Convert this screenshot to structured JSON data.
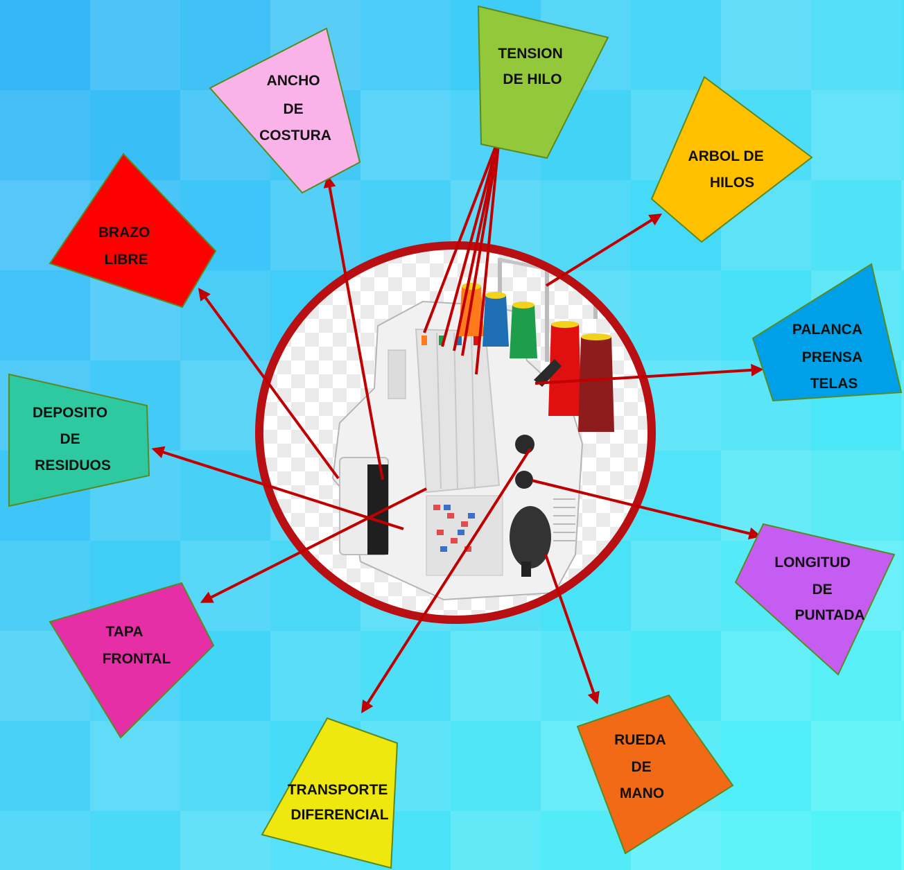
{
  "colors": {
    "arrow": "#c00000",
    "ring": "#b80f12",
    "edge": "#5a8a1e"
  },
  "machine": {
    "icon": "serger-sewing-machine-illustration",
    "thread_colors": [
      "#ff7a1a",
      "#1f6fb5",
      "#1e9e4a",
      "#e01010",
      "#8e1c1c"
    ]
  },
  "labels": [
    {
      "id": "ancho-de-costura",
      "lines": [
        "ANCHO",
        "DE",
        "COSTURA"
      ],
      "color": "#f9b3e8"
    },
    {
      "id": "tension-de-hilo",
      "lines": [
        "TENSION",
        "DE HILO"
      ],
      "color": "#93c83a"
    },
    {
      "id": "arbol-de-hilos",
      "lines": [
        "ARBOL DE",
        "HILOS"
      ],
      "color": "#ffc000"
    },
    {
      "id": "brazo-libre",
      "lines": [
        "BRAZO",
        "LIBRE"
      ],
      "color": "#ff0000"
    },
    {
      "id": "palanca-prensa-telas",
      "lines": [
        "PALANCA",
        "PRENSA",
        "TELAS"
      ],
      "color": "#00a0e8"
    },
    {
      "id": "deposito-de-residuos",
      "lines": [
        "DEPOSITO",
        "DE",
        "RESIDUOS"
      ],
      "color": "#2ec9a0"
    },
    {
      "id": "longitud-de-puntada",
      "lines": [
        "LONGITUD",
        "DE",
        "PUNTADA"
      ],
      "color": "#c55df3"
    },
    {
      "id": "tapa-frontal",
      "lines": [
        "TAPA",
        "FRONTAL"
      ],
      "color": "#e62fa6"
    },
    {
      "id": "rueda-de-mano",
      "lines": [
        "RUEDA",
        "DE",
        "MANO"
      ],
      "color": "#f26a16"
    },
    {
      "id": "transporte-diferencial",
      "lines": [
        "TRANSPORTE",
        "DIFERENCIAL"
      ],
      "color": "#eee80f"
    }
  ]
}
